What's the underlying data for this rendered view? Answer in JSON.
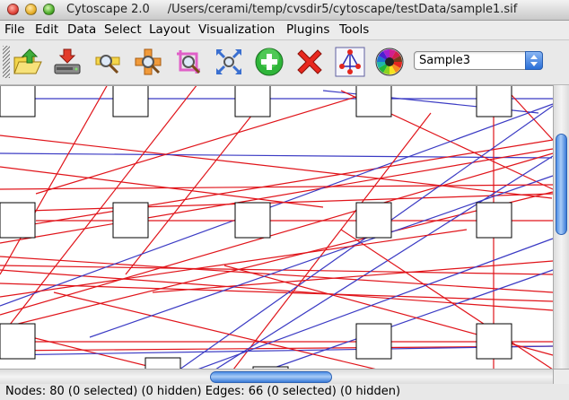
{
  "window": {
    "app_title": "Cytoscape 2.0",
    "file_path": "/Users/cerami/temp/cvsdir5/cytoscape/testData/sample1.sif"
  },
  "menu": {
    "items": [
      "File",
      "Edit",
      "Data",
      "Select",
      "Layout",
      "Visualization",
      "Plugins",
      "Tools"
    ]
  },
  "toolbar": {
    "buttons": [
      "open-folder-icon",
      "save-network-icon",
      "zoom-in-icon",
      "zoom-out-icon",
      "zoom-selected-icon",
      "zoom-fit-icon",
      "add-icon",
      "delete-icon",
      "layout-network-icon",
      "color-wheel-icon"
    ],
    "attribute_selector": {
      "selected": "Sample3"
    }
  },
  "colors": {
    "edge_red": "#e0141a",
    "edge_blue": "#3b3bc4",
    "node_fill": "#ffffff",
    "node_border": "#000000"
  },
  "scrollbars": {
    "vertical_thumb_fraction": {
      "start": 0.17,
      "end": 0.53
    },
    "horizontal_thumb_fraction": {
      "start": 0.38,
      "end": 0.6
    }
  },
  "status": {
    "text": "Nodes: 80 (0 selected) (0 hidden) Edges: 66 (0 selected) (0 hidden)"
  }
}
